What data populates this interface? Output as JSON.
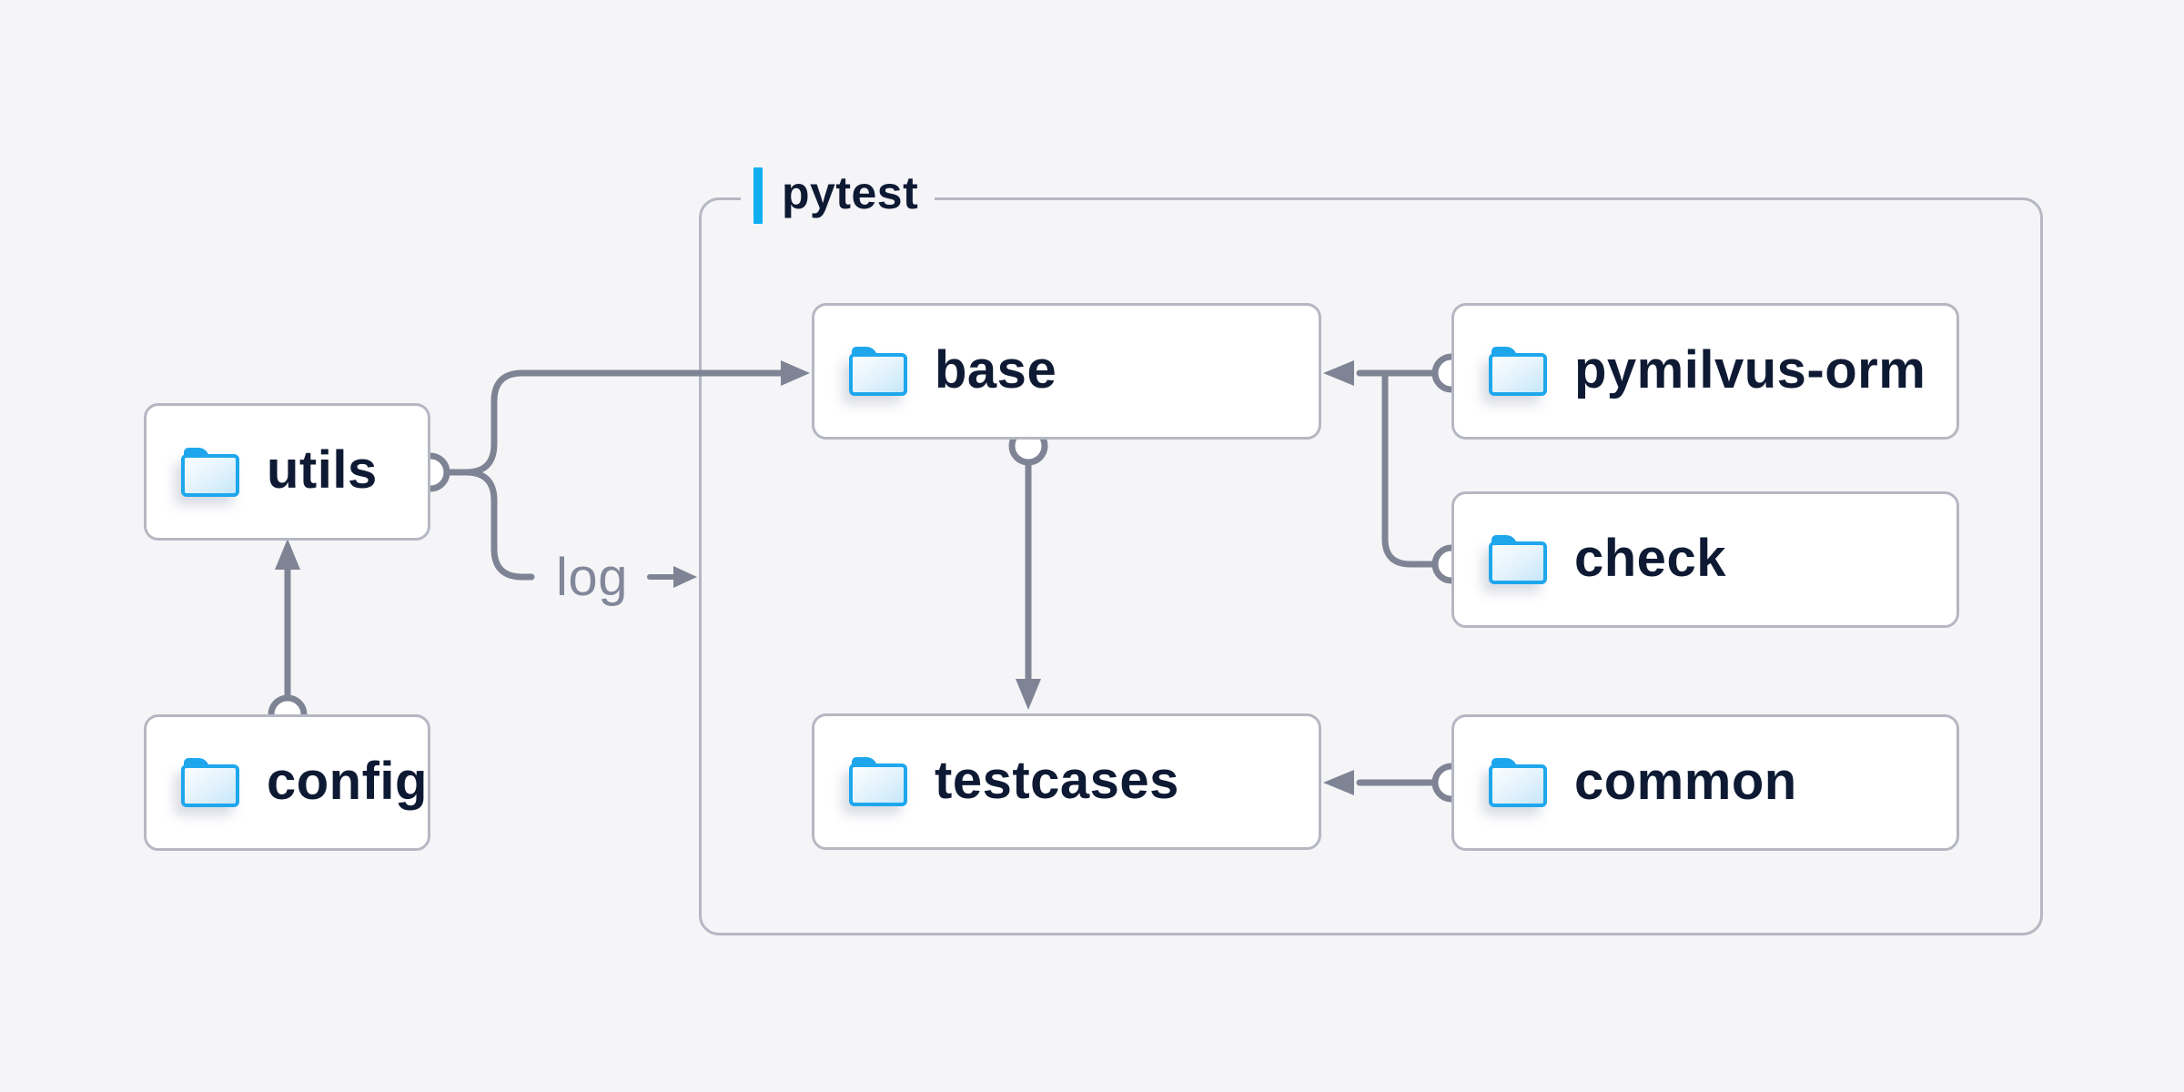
{
  "diagram": {
    "group": {
      "label": "pytest"
    },
    "nodes": {
      "utils": {
        "label": "utils"
      },
      "config": {
        "label": "config"
      },
      "base": {
        "label": "base"
      },
      "testcases": {
        "label": "testcases"
      },
      "pymilvus_orm": {
        "label": "pymilvus-orm"
      },
      "check": {
        "label": "check"
      },
      "common": {
        "label": "common"
      }
    },
    "log_label": "log",
    "edges": [
      {
        "from": "config",
        "to": "utils",
        "style": "circle-start-arrow-end"
      },
      {
        "from": "utils",
        "to": "base",
        "style": "circle-start-arrow-end"
      },
      {
        "from": "utils",
        "to": "log",
        "style": "circle-start-label"
      },
      {
        "from": "log",
        "to": "pytest",
        "style": "small-arrow"
      },
      {
        "from": "pymilvus-orm",
        "to": "base",
        "style": "circle-start-arrow-end"
      },
      {
        "from": "check",
        "to": "base",
        "style": "circle-start-arrow-end"
      },
      {
        "from": "base",
        "to": "testcases",
        "style": "circle-start-arrow-end"
      },
      {
        "from": "common",
        "to": "testcases",
        "style": "circle-start-arrow-end"
      }
    ]
  },
  "colors": {
    "background": "#f5f5f7",
    "node_fill": "#ffffff",
    "node_border": "#b5b7c2",
    "connector": "#7f8495",
    "text_primary": "#0e1a33",
    "text_muted": "#82879a",
    "accent_bar": "#10aef1",
    "folder_blue": "#1ea7ec"
  }
}
